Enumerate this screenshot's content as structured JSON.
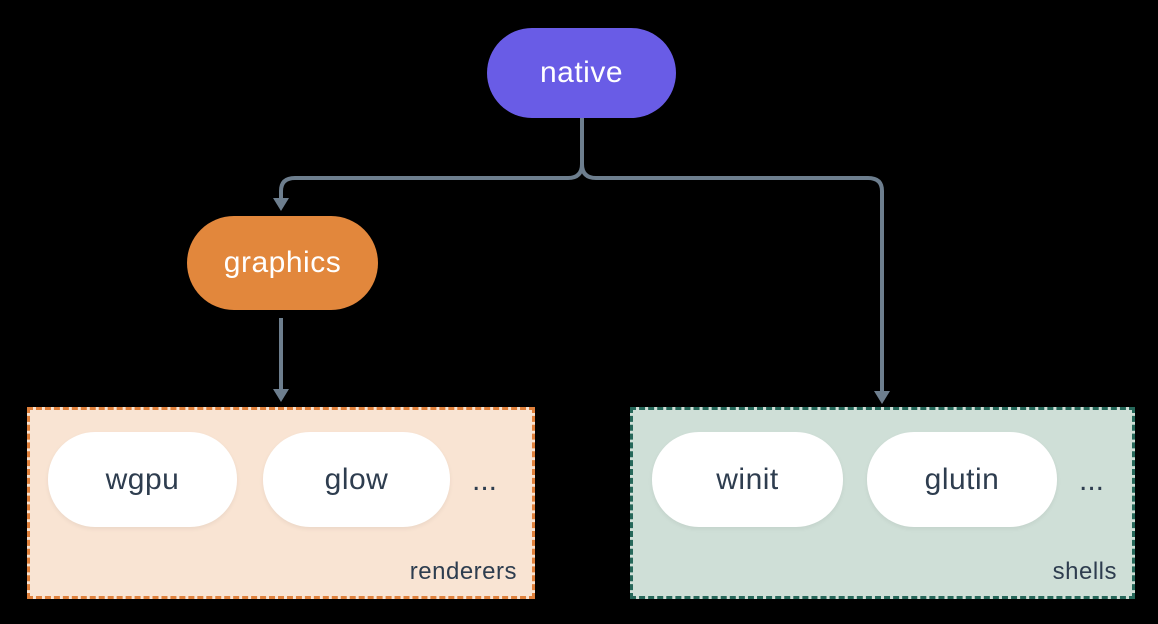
{
  "theme": {
    "background_color": "#000000",
    "connector_color": "#6d7e8e",
    "dark_text_color": "#2e3d4f",
    "node_text_color": "#ffffff"
  },
  "nodes": {
    "native": {
      "label": "native",
      "color": "#695ce6"
    },
    "graphics": {
      "label": "graphics",
      "color": "#e2873c"
    }
  },
  "groups": {
    "renderers": {
      "label": "renderers",
      "fill_color": "#f9e4d3",
      "border_color": "#e0813c",
      "items": [
        {
          "label": "wgpu"
        },
        {
          "label": "glow"
        }
      ],
      "ellipsis": "..."
    },
    "shells": {
      "label": "shells",
      "fill_color": "#cfdfd7",
      "border_color": "#26685a",
      "items": [
        {
          "label": "winit"
        },
        {
          "label": "glutin"
        }
      ],
      "ellipsis": "..."
    }
  },
  "edges": [
    {
      "from": "native",
      "to": "graphics"
    },
    {
      "from": "native",
      "to": "shells"
    },
    {
      "from": "graphics",
      "to": "renderers"
    }
  ]
}
